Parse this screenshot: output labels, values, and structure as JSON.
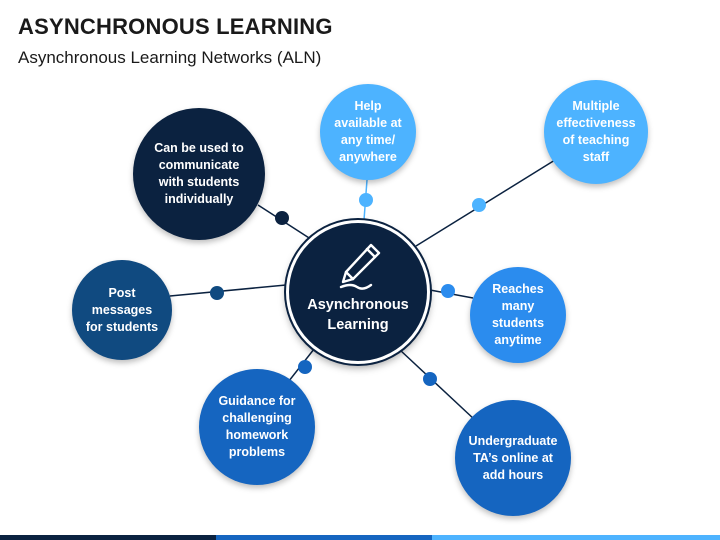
{
  "title": "ASYNCHRONOUS LEARNING",
  "subtitle": "Asynchronous Learning Networks (ALN)",
  "center": {
    "label": "Asynchronous\nLearning",
    "icon": "pencil-signature-icon"
  },
  "nodes": [
    {
      "id": "communicate",
      "text": "Can be used to\ncommunicate\nwith students\nindividually",
      "color": "#0b2240"
    },
    {
      "id": "help",
      "text": "Help\navailable at\nany time/\nanywhere",
      "color": "#4db3ff"
    },
    {
      "id": "effectiveness",
      "text": "Multiple\neffectiveness\nof teaching\nstaff",
      "color": "#4db3ff"
    },
    {
      "id": "post",
      "text": "Post\nmessages\nfor students",
      "color": "#104a80"
    },
    {
      "id": "reaches",
      "text": "Reaches\nmany\nstudents\nanytime",
      "color": "#2b8cee"
    },
    {
      "id": "guidance",
      "text": "Guidance for\nchallenging\nhomework\nproblems",
      "color": "#1565c0"
    },
    {
      "id": "undergrad",
      "text": "Undergraduate\nTA’s online at\nadd hours",
      "color": "#1565c0"
    }
  ],
  "colors": {
    "navy": "#0b2240",
    "mid": "#1565c0",
    "light": "#4db3ff",
    "line": "#0b2240"
  }
}
